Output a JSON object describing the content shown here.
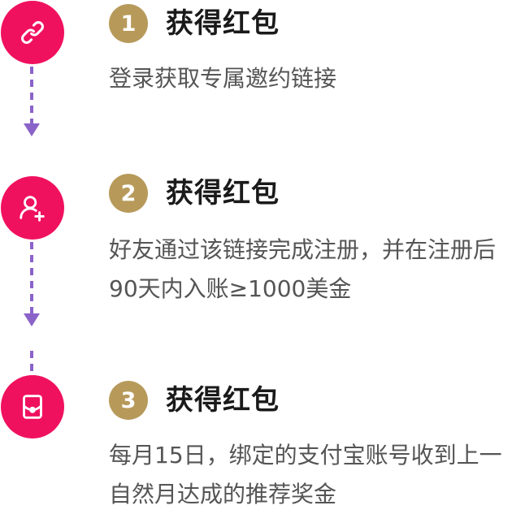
{
  "colors": {
    "icon_background": "#f0115e",
    "number_badge": "#b79a5a",
    "connector": "#8a63c9",
    "title_text": "#1a1a1a",
    "body_text": "#555555"
  },
  "steps": [
    {
      "icon": "link-icon",
      "number": "1",
      "title": "获得红包",
      "description": "登录获取专属邀约链接"
    },
    {
      "icon": "user-add-icon",
      "number": "2",
      "title": "获得红包",
      "description": "好友通过该链接完成注册，并在注册后90天内入账≥1000美金"
    },
    {
      "icon": "red-packet-icon",
      "number": "3",
      "title": "获得红包",
      "description": "每月15日，绑定的支付宝账号收到上一自然月达成的推荐奖金"
    }
  ]
}
